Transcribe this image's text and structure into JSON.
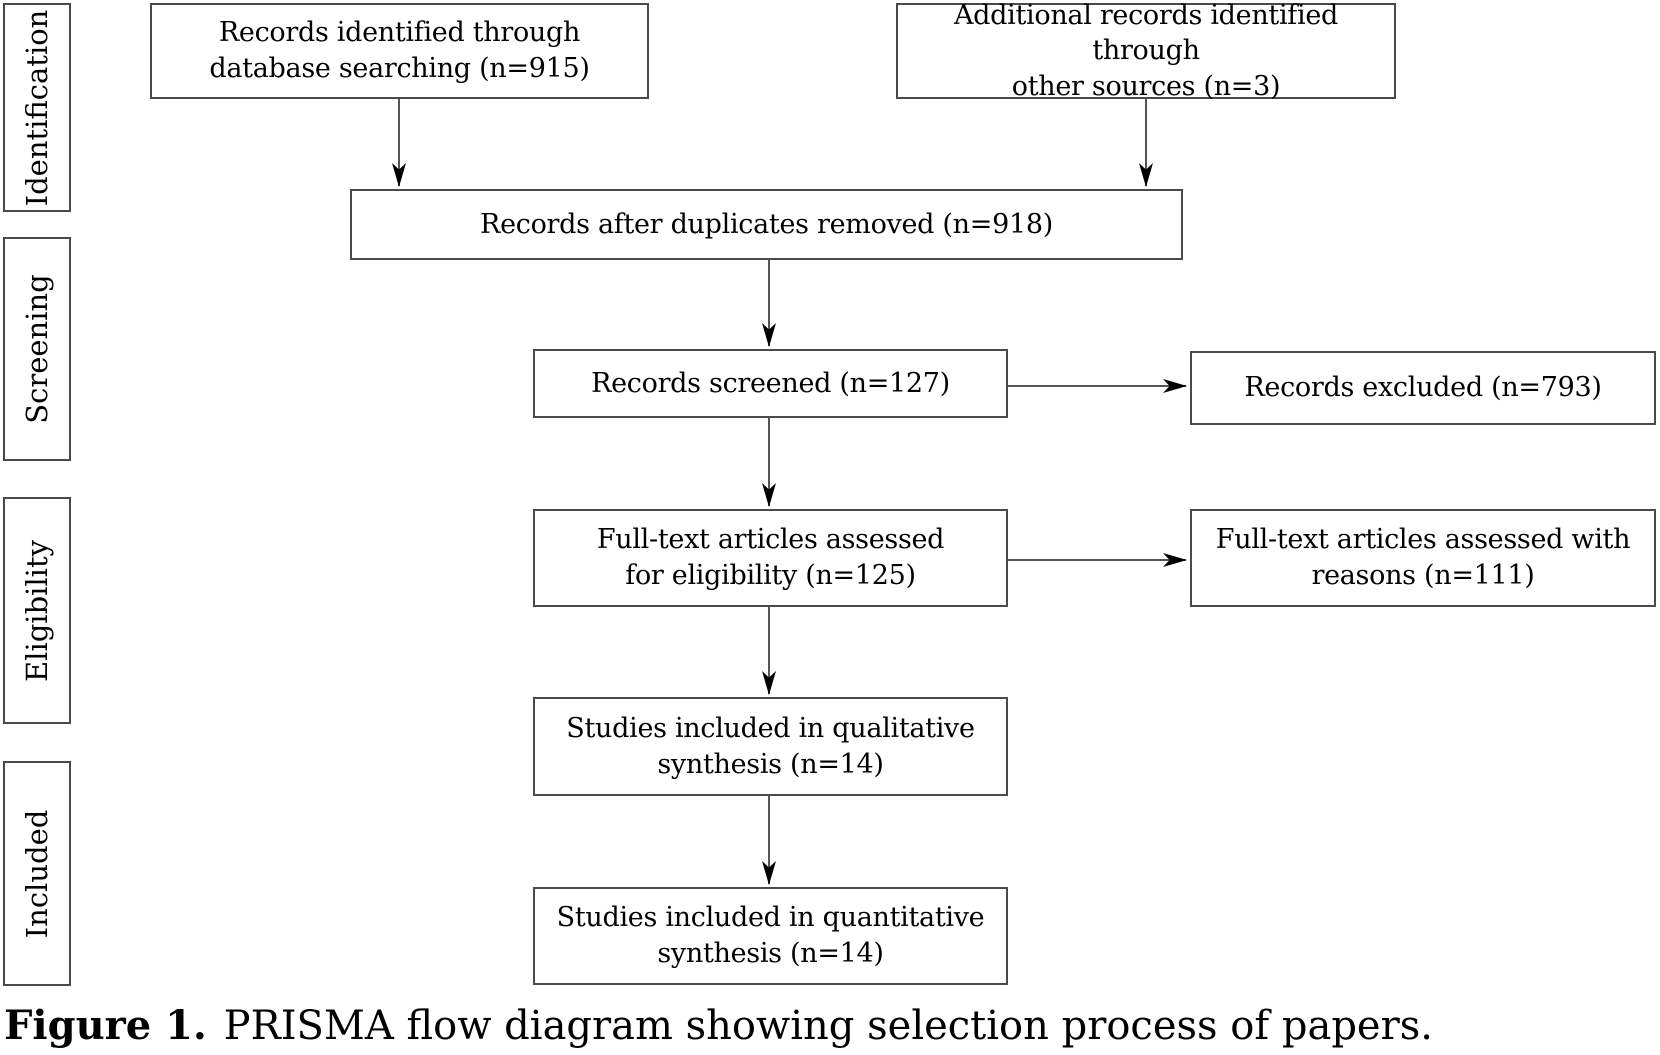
{
  "figure_caption": {
    "label": "Figure 1.",
    "text": "PRISMA flow diagram showing selection process of papers."
  },
  "stages": [
    {
      "id": "identification",
      "label": "Identification"
    },
    {
      "id": "screening",
      "label": "Screening"
    },
    {
      "id": "eligibility",
      "label": "Eligibility"
    },
    {
      "id": "included",
      "label": "Included"
    }
  ],
  "nodes": [
    {
      "id": "records-identified",
      "label": "Records identified through\ndatabase searching (n=915)",
      "n": 915
    },
    {
      "id": "additional-records",
      "label": "Additional records identified through\nother sources (n=3)",
      "n": 3
    },
    {
      "id": "duplicates-removed",
      "label": "Records after duplicates removed (n=918)",
      "n": 918
    },
    {
      "id": "records-screened",
      "label": "Records screened (n=127)",
      "n": 127
    },
    {
      "id": "records-excluded",
      "label": "Records excluded (n=793)",
      "n": 793
    },
    {
      "id": "fulltext-assessed",
      "label": "Full-text articles assessed\nfor eligibility (n=125)",
      "n": 125
    },
    {
      "id": "fulltext-excluded",
      "label": "Full-text articles assessed with\nreasons (n=111)",
      "n": 111
    },
    {
      "id": "qualitative-synthesis",
      "label": "Studies included in qualitative\nsynthesis (n=14)",
      "n": 14
    },
    {
      "id": "quantitative-synthesis",
      "label": "Studies included in quantitative\nsynthesis (n=14)",
      "n": 14
    }
  ],
  "colors": {
    "border": "#4a4a4a",
    "line": "#555555",
    "arrowhead": "#000000",
    "text": "#000000",
    "background": "#ffffff"
  }
}
